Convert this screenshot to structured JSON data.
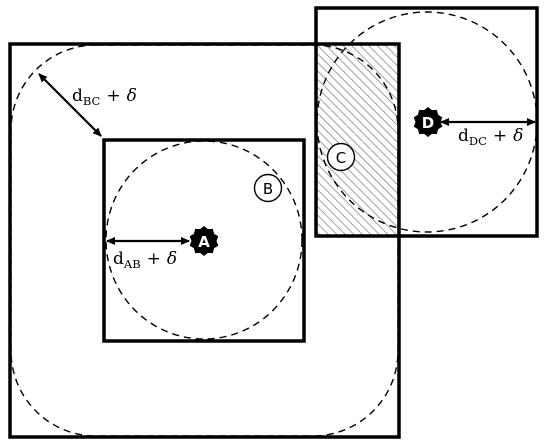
{
  "nodes": {
    "A": {
      "label": "A",
      "fill": "#000000"
    },
    "B": {
      "label": "B",
      "fill": "#ffffff"
    },
    "C": {
      "label": "C",
      "fill": "#ffffff"
    },
    "D": {
      "label": "D",
      "fill": "#000000"
    }
  },
  "labels": {
    "dBC": {
      "base": "d",
      "sub": "BC",
      "op": "+",
      "delta": "δ"
    },
    "dAB": {
      "base": "d",
      "sub": "AB",
      "op": "+",
      "delta": "δ"
    },
    "dDC": {
      "base": "d",
      "sub": "DC",
      "op": "+",
      "delta": "δ"
    }
  },
  "colors": {
    "stroke": "#000000",
    "hatch": "#8a8a8a",
    "background": "#ffffff"
  }
}
